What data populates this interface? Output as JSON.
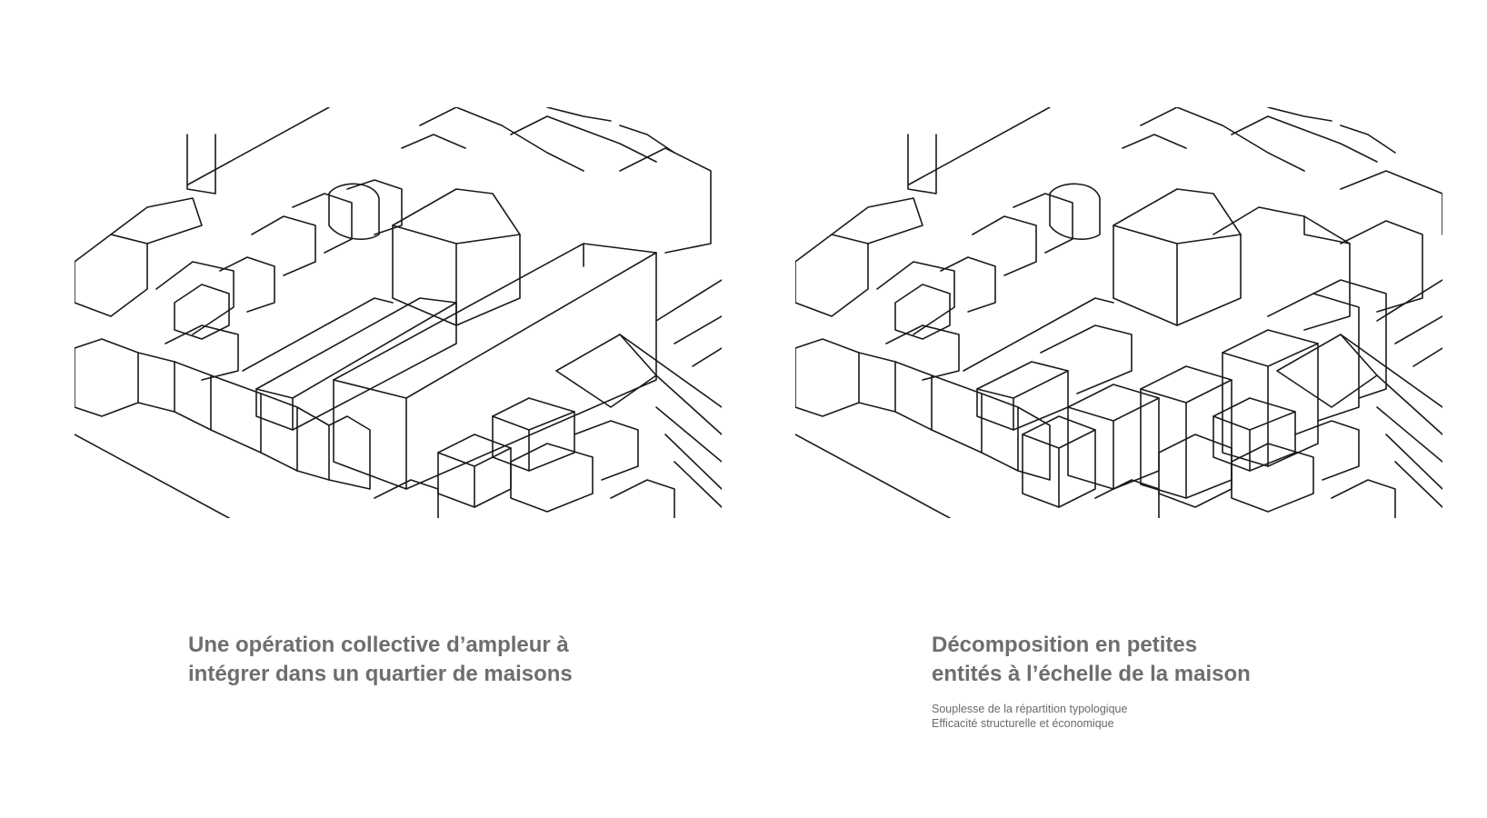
{
  "panels": [
    {
      "sketch_icon": "isometric-block-sketch-icon",
      "title_lines": [
        "Une opération collective d’ampleur à",
        "intégrer dans un quartier de maisons"
      ],
      "notes": []
    },
    {
      "sketch_icon": "isometric-block-decomposed-sketch-icon",
      "title_lines": [
        "Décomposition en petites",
        "entités à l’échelle de la maison"
      ],
      "notes": [
        "Souplesse de la répartition typologique",
        "Efficacité structurelle et économique"
      ]
    }
  ],
  "colors": {
    "ink": "#1a1a1a",
    "caption": "#6e6e6e",
    "background": "#ffffff"
  }
}
